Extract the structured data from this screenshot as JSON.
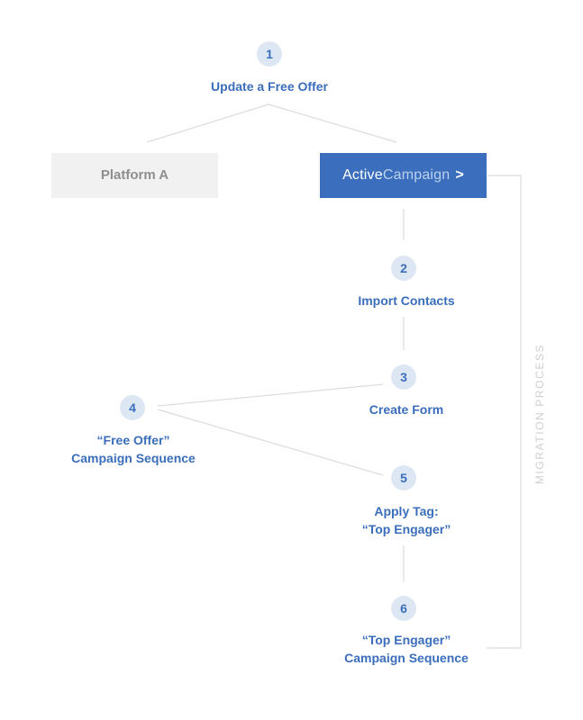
{
  "diagram": {
    "steps": [
      {
        "number": "1",
        "label": "Update a Free Offer"
      },
      {
        "number": "2",
        "label": "Import Contacts"
      },
      {
        "number": "3",
        "label": "Create Form"
      },
      {
        "number": "4",
        "label_line1": "“Free Offer”",
        "label_line2": "Campaign Sequence"
      },
      {
        "number": "5",
        "label_line1": "Apply Tag:",
        "label_line2": "“Top Engager”"
      },
      {
        "number": "6",
        "label_line1": "“Top Engager”",
        "label_line2": "Campaign Sequence"
      }
    ],
    "platform_a": {
      "label": "Platform A"
    },
    "activecampaign": {
      "word_active": "Active",
      "word_campaign": "Campaign",
      "chevron": ">"
    },
    "side_label": "MIGRATION PROCESS"
  },
  "colors": {
    "step_blue": "#3a6ebc",
    "badge_bg": "#dde7f3",
    "ac_box": "#3b6fbd",
    "platform_box": "#f1f1f1",
    "connector": "#dcdcdc"
  }
}
